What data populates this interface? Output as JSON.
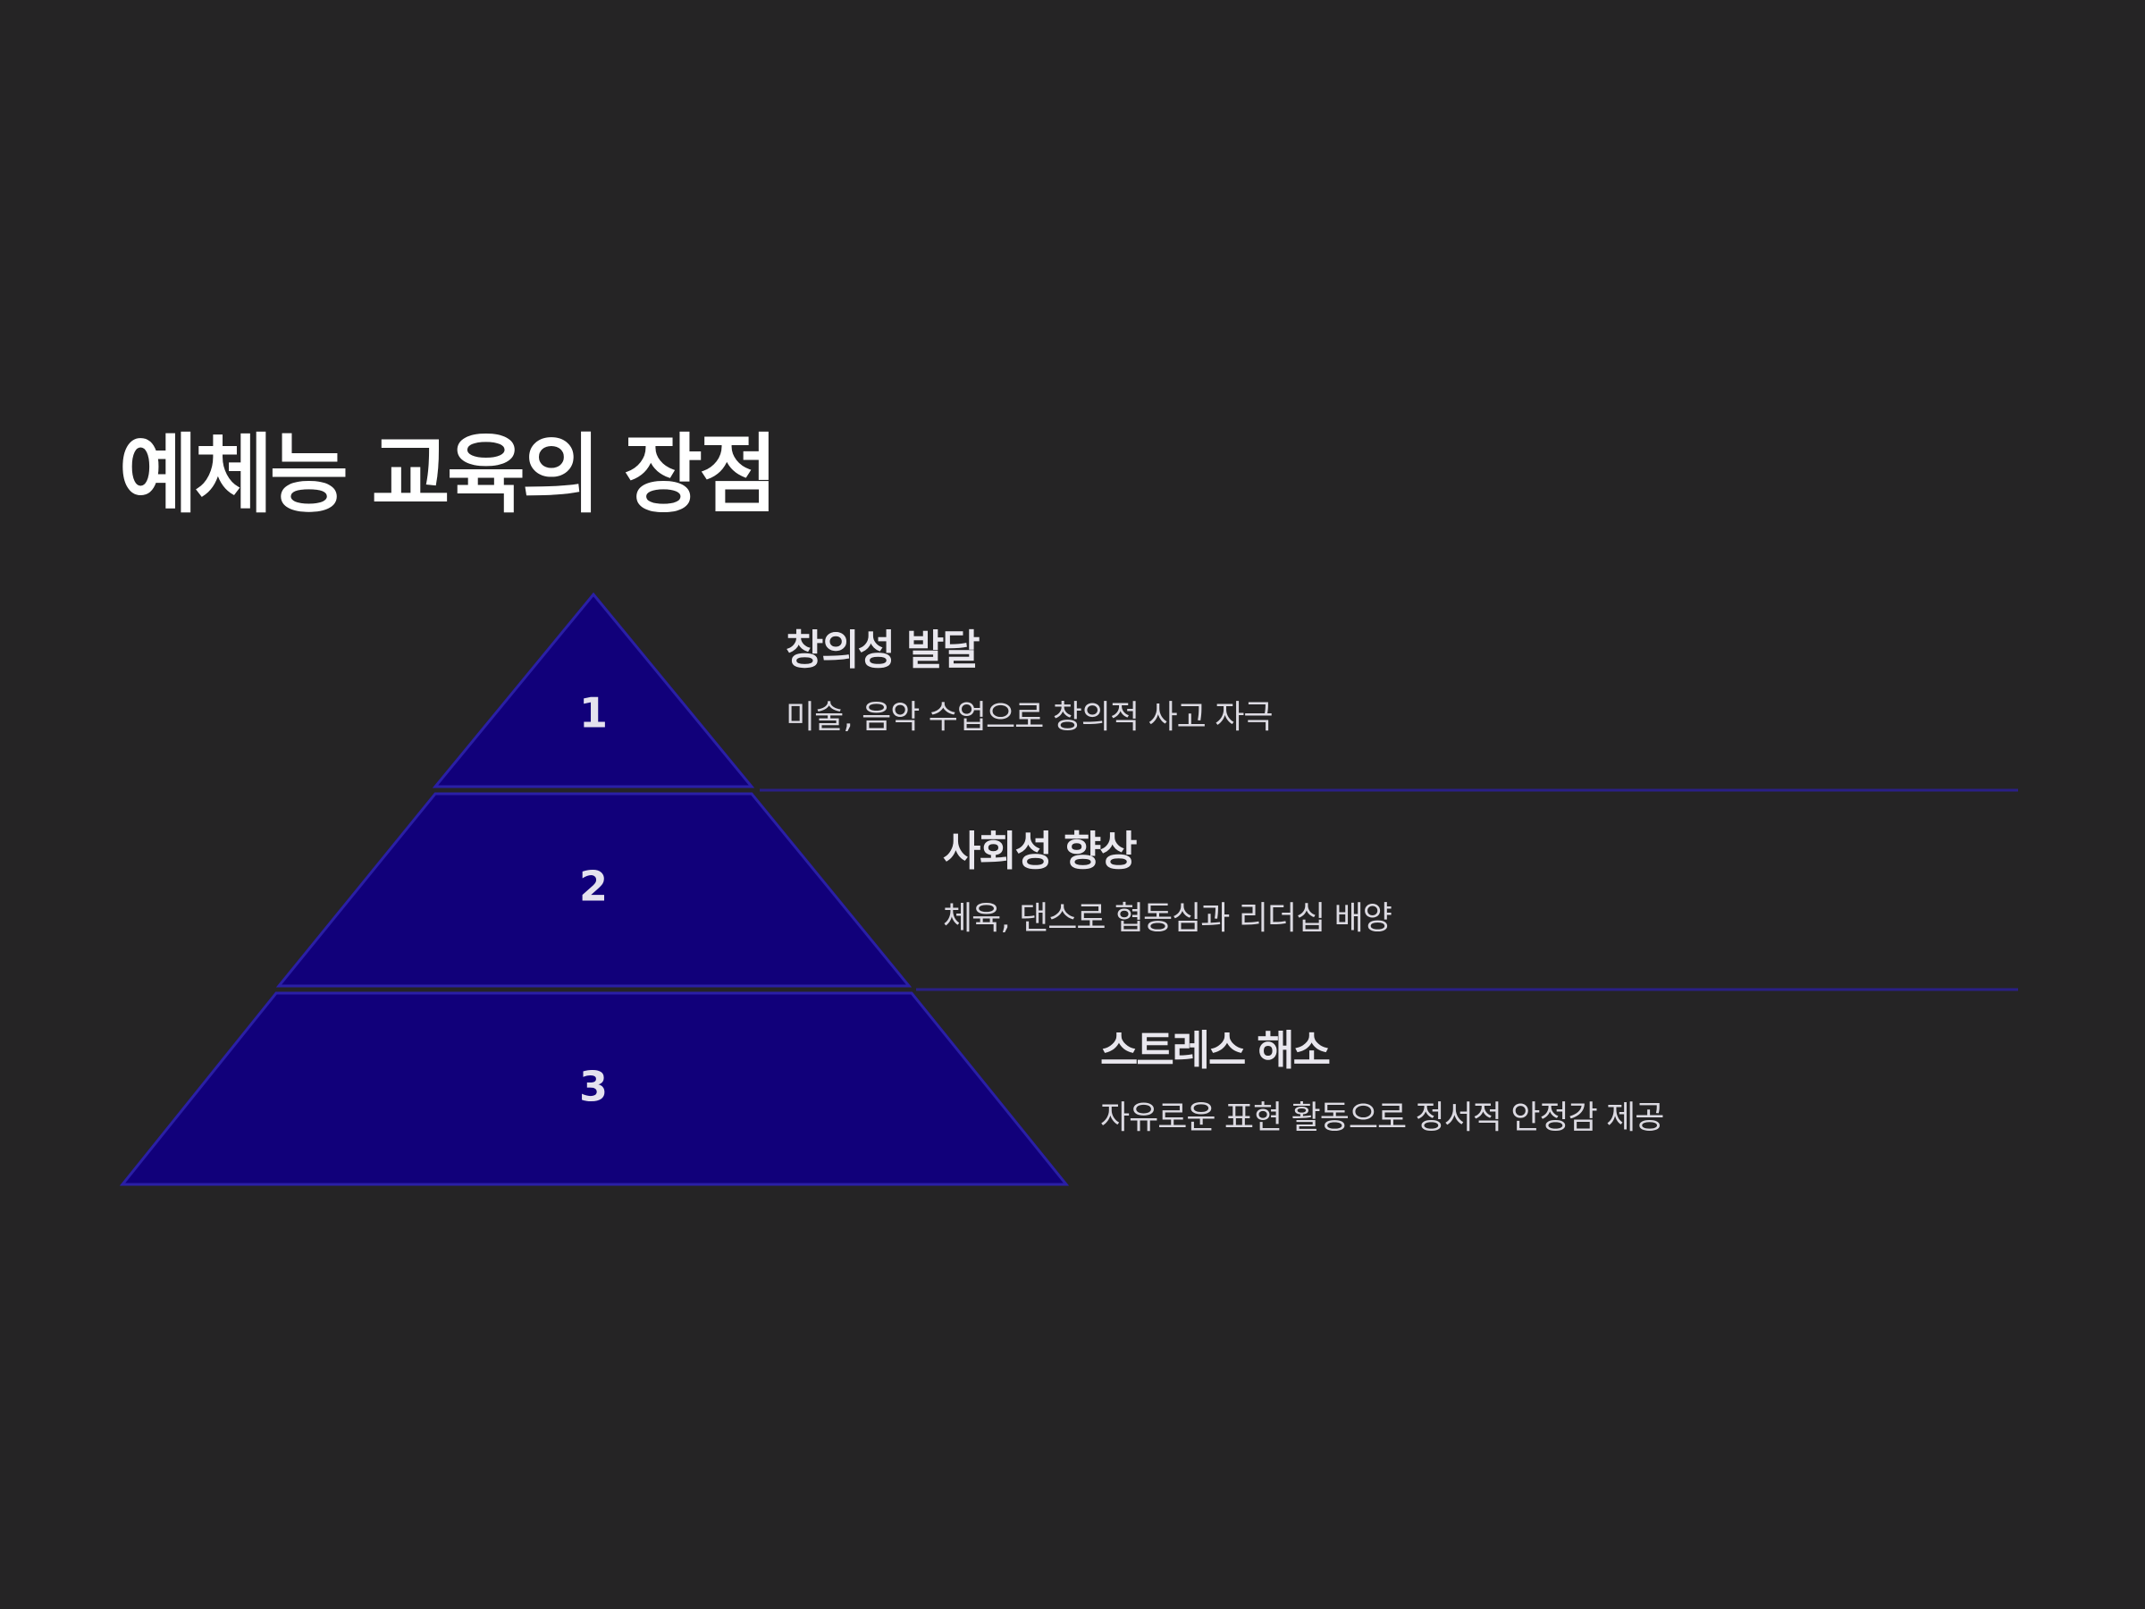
{
  "title": "예체능 교육의 장점",
  "colors": {
    "background": "#252425",
    "tier_fill": "#11007a",
    "tier_stroke": "#2a1fa6",
    "text": "#e9e7ee"
  },
  "tiers": [
    {
      "number": "1",
      "title": "창의성 발달",
      "description": "미술, 음악 수업으로 창의적 사고 자극"
    },
    {
      "number": "2",
      "title": "사회성 향상",
      "description": "체육, 댄스로 협동심과 리더십 배양"
    },
    {
      "number": "3",
      "title": "스트레스 해소",
      "description": "자유로운 표현 활동으로 정서적 안정감 제공"
    }
  ]
}
